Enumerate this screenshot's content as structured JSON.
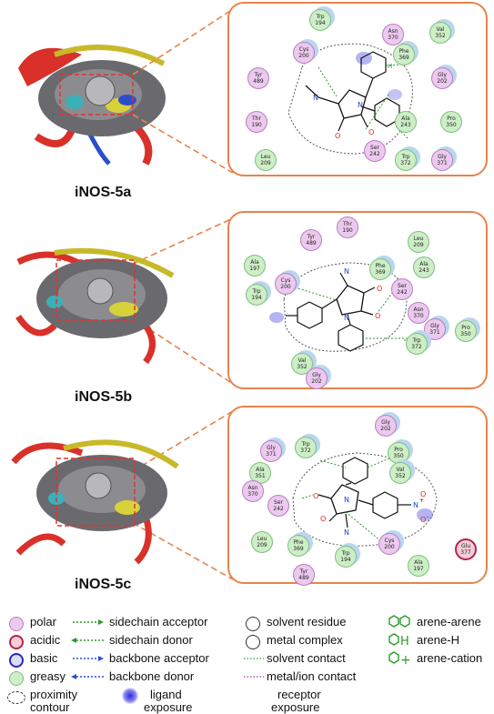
{
  "panels": [
    {
      "label": "iNOS-5a",
      "residues": [
        {
          "name": "Trp",
          "num": "194",
          "type": "greasy",
          "exposed": true
        },
        {
          "name": "Asn",
          "num": "370",
          "type": "polar",
          "exposed": false
        },
        {
          "name": "Val",
          "num": "352",
          "type": "greasy",
          "exposed": true
        },
        {
          "name": "Cys",
          "num": "200",
          "type": "polar",
          "exposed": true
        },
        {
          "name": "Phe",
          "num": "369",
          "type": "greasy",
          "exposed": true
        },
        {
          "name": "Tyr",
          "num": "489",
          "type": "polar",
          "exposed": false
        },
        {
          "name": "Gly",
          "num": "202",
          "type": "polar",
          "exposed": true
        },
        {
          "name": "Thr",
          "num": "190",
          "type": "polar",
          "exposed": false
        },
        {
          "name": "Ala",
          "num": "243",
          "type": "greasy",
          "exposed": false
        },
        {
          "name": "Pro",
          "num": "350",
          "type": "greasy",
          "exposed": false
        },
        {
          "name": "Leu",
          "num": "209",
          "type": "greasy",
          "exposed": false
        },
        {
          "name": "Ser",
          "num": "242",
          "type": "polar",
          "exposed": false
        },
        {
          "name": "Trp",
          "num": "372",
          "type": "greasy",
          "exposed": true
        },
        {
          "name": "Gly",
          "num": "371",
          "type": "polar",
          "exposed": true
        }
      ]
    },
    {
      "label": "iNOS-5b",
      "residues": [
        {
          "name": "Thr",
          "num": "190",
          "type": "polar",
          "exposed": false
        },
        {
          "name": "Tyr",
          "num": "489",
          "type": "polar",
          "exposed": false
        },
        {
          "name": "Leu",
          "num": "209",
          "type": "greasy",
          "exposed": false
        },
        {
          "name": "Ala",
          "num": "197",
          "type": "greasy",
          "exposed": false
        },
        {
          "name": "Phe",
          "num": "369",
          "type": "greasy",
          "exposed": true
        },
        {
          "name": "Ala",
          "num": "243",
          "type": "greasy",
          "exposed": false
        },
        {
          "name": "Cys",
          "num": "200",
          "type": "polar",
          "exposed": true
        },
        {
          "name": "Ser",
          "num": "242",
          "type": "polar",
          "exposed": false
        },
        {
          "name": "Trp",
          "num": "194",
          "type": "greasy",
          "exposed": true
        },
        {
          "name": "Asn",
          "num": "370",
          "type": "polar",
          "exposed": false
        },
        {
          "name": "Gly",
          "num": "371",
          "type": "polar",
          "exposed": true
        },
        {
          "name": "Pro",
          "num": "350",
          "type": "greasy",
          "exposed": true
        },
        {
          "name": "Trp",
          "num": "372",
          "type": "greasy",
          "exposed": true
        },
        {
          "name": "Val",
          "num": "352",
          "type": "greasy",
          "exposed": true
        },
        {
          "name": "Gly",
          "num": "202",
          "type": "polar",
          "exposed": true
        }
      ]
    },
    {
      "label": "iNOS-5c",
      "residues": [
        {
          "name": "Gly",
          "num": "202",
          "type": "polar",
          "exposed": true
        },
        {
          "name": "Gly",
          "num": "371",
          "type": "polar",
          "exposed": true
        },
        {
          "name": "Trp",
          "num": "372",
          "type": "greasy",
          "exposed": true
        },
        {
          "name": "Pro",
          "num": "350",
          "type": "greasy",
          "exposed": true
        },
        {
          "name": "Ala",
          "num": "351",
          "type": "greasy",
          "exposed": false
        },
        {
          "name": "Val",
          "num": "352",
          "type": "greasy",
          "exposed": true
        },
        {
          "name": "Asn",
          "num": "370",
          "type": "polar",
          "exposed": false
        },
        {
          "name": "Ser",
          "num": "242",
          "type": "polar",
          "exposed": false
        },
        {
          "name": "Glu",
          "num": "377",
          "type": "acidic",
          "exposed": false
        },
        {
          "name": "Leu",
          "num": "209",
          "type": "greasy",
          "exposed": false
        },
        {
          "name": "Phe",
          "num": "369",
          "type": "greasy",
          "exposed": true
        },
        {
          "name": "Cys",
          "num": "200",
          "type": "polar",
          "exposed": true
        },
        {
          "name": "Trp",
          "num": "194",
          "type": "greasy",
          "exposed": true
        },
        {
          "name": "Ala",
          "num": "197",
          "type": "greasy",
          "exposed": false
        },
        {
          "name": "Tyr",
          "num": "489",
          "type": "polar",
          "exposed": false
        }
      ]
    }
  ],
  "legend": {
    "residue_types": [
      "polar",
      "acidic",
      "basic",
      "greasy"
    ],
    "proximity": [
      "proximity",
      "contour"
    ],
    "interactions": [
      "sidechain acceptor",
      "sidechain donor",
      "backbone acceptor",
      "backbone donor"
    ],
    "ligand_exposure": [
      "ligand",
      "exposure"
    ],
    "contacts": [
      "solvent residue",
      "metal complex",
      "solvent contact",
      "metal/ion contact"
    ],
    "receptor_exposure": [
      "receptor",
      "exposure"
    ],
    "arene": [
      "arene-arene",
      "arene-H",
      "arene-cation"
    ],
    "arene_symbols": [
      "H",
      "+"
    ]
  },
  "colors": {
    "frame_orange": "#e8834a",
    "polar": "#ecc9ee",
    "acidic_border": "#b3244a",
    "basic_border": "#2b2bb0",
    "greasy": "#cdeec6",
    "hbond_green": "#2a9a2a",
    "hbond_blue": "#2b4ed8",
    "exposure_blue": "#b9d6f0"
  },
  "atoms": {
    "O": "O",
    "N": "N",
    "H": "H",
    "plus": "+",
    "minus": "-"
  }
}
